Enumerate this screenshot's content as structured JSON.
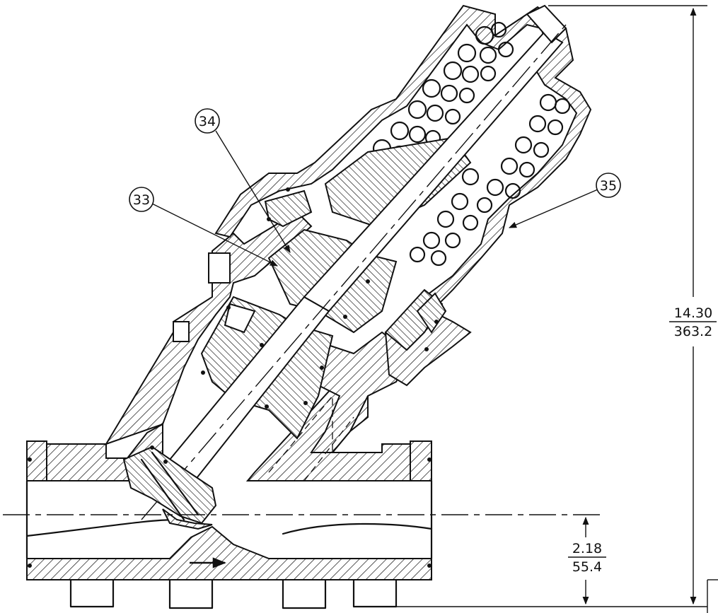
{
  "callouts": {
    "c33": "33",
    "c34": "34",
    "c35": "35"
  },
  "dimensions": {
    "height_in": "14.30",
    "height_mm": "363.2",
    "centerline_in": "2.18",
    "centerline_mm": "55.4"
  }
}
